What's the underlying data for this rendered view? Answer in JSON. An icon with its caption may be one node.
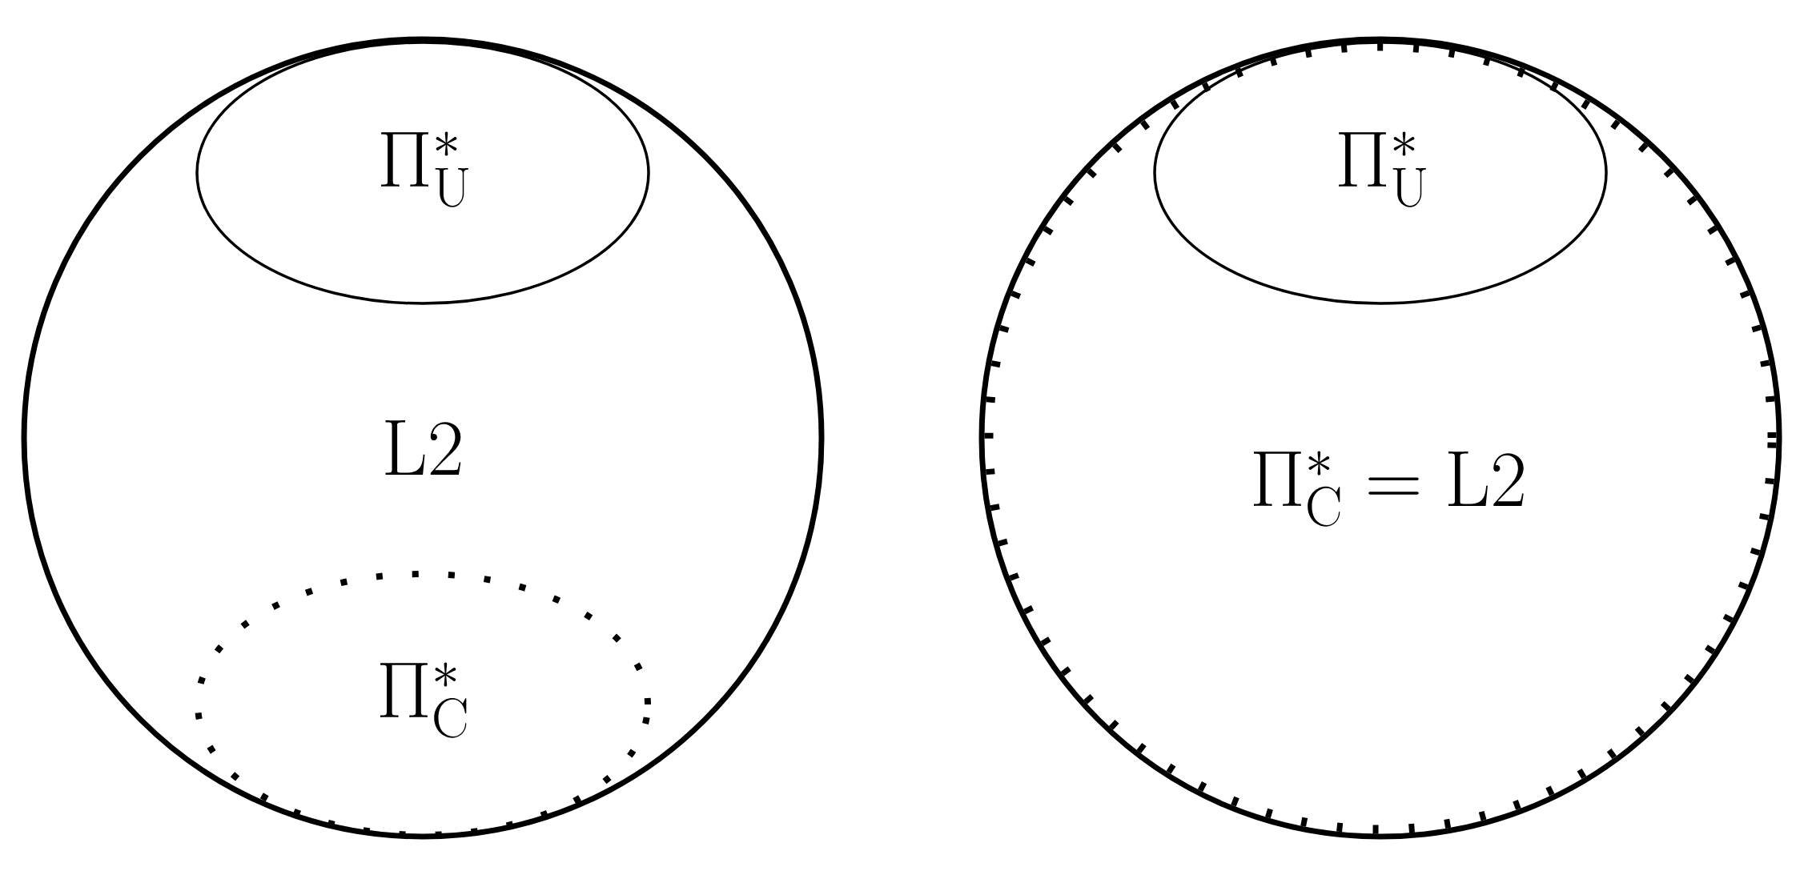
{
  "diagram": {
    "nodes": [
      {
        "text": [
          "\\mathrm{L2}"
        ]
      },
      {
        "text": [
          "\\Pi^{*}_{\\mathrm{U}}"
        ],
        "in": 0
      },
      {
        "text": [
          "\\Pi^{*}_{\\mathrm{C}}"
        ],
        "in": 0
      },
      {
        "text": [
          "\\Pi^{*}_{\\mathrm{C}} = \\mathrm{L2}"
        ]
      },
      {
        "text": [
          "\\Pi^{*}_{\\mathrm{U}}"
        ],
        "in": 3
      }
    ]
  }
}
